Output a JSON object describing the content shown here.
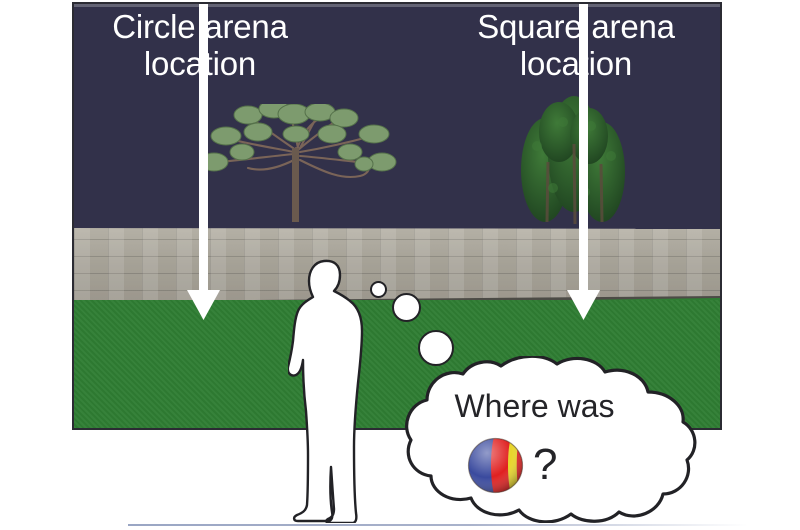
{
  "figure": {
    "type": "illustration",
    "background_color": "#ffffff"
  },
  "scene": {
    "sky_color": "#32314a",
    "wall_color": "#aaa69c",
    "grass_color": "#2f7d33",
    "border_color": "#2b2b33"
  },
  "annotations": {
    "left": {
      "label": "Circle arena\nlocation",
      "line1": "Circle arena",
      "line2": "location",
      "color": "#ffffff",
      "arrow": "down-arrow-left"
    },
    "right": {
      "label": "Square arena\nlocation",
      "line1": "Square arena",
      "line2": "location",
      "color": "#ffffff",
      "arrow": "down-arrow-right"
    }
  },
  "landmarks": [
    {
      "name": "araucaria-tree",
      "side": "left",
      "foliage_color": "#6f8f63",
      "trunk_color": "#6a5a4e"
    },
    {
      "name": "broadleaf-tree-cluster",
      "side": "right",
      "foliage_color": "#2f5d2d",
      "trunk_color": "#4a4034"
    }
  ],
  "character": {
    "name": "participant-silhouette",
    "fill": "#ffffff",
    "outline": "#222226"
  },
  "thought": {
    "question": "Where was",
    "question_mark": "?",
    "object": "beach-ball",
    "bubble_fill": "#ffffff",
    "bubble_outline": "#222226",
    "dots": 3
  },
  "ball": {
    "name": "beach-ball",
    "segments": [
      {
        "color": "#3a4a9e",
        "label": "blue"
      },
      {
        "color": "#e02020",
        "label": "red"
      },
      {
        "color": "#e8d52a",
        "label": "yellow"
      }
    ]
  }
}
